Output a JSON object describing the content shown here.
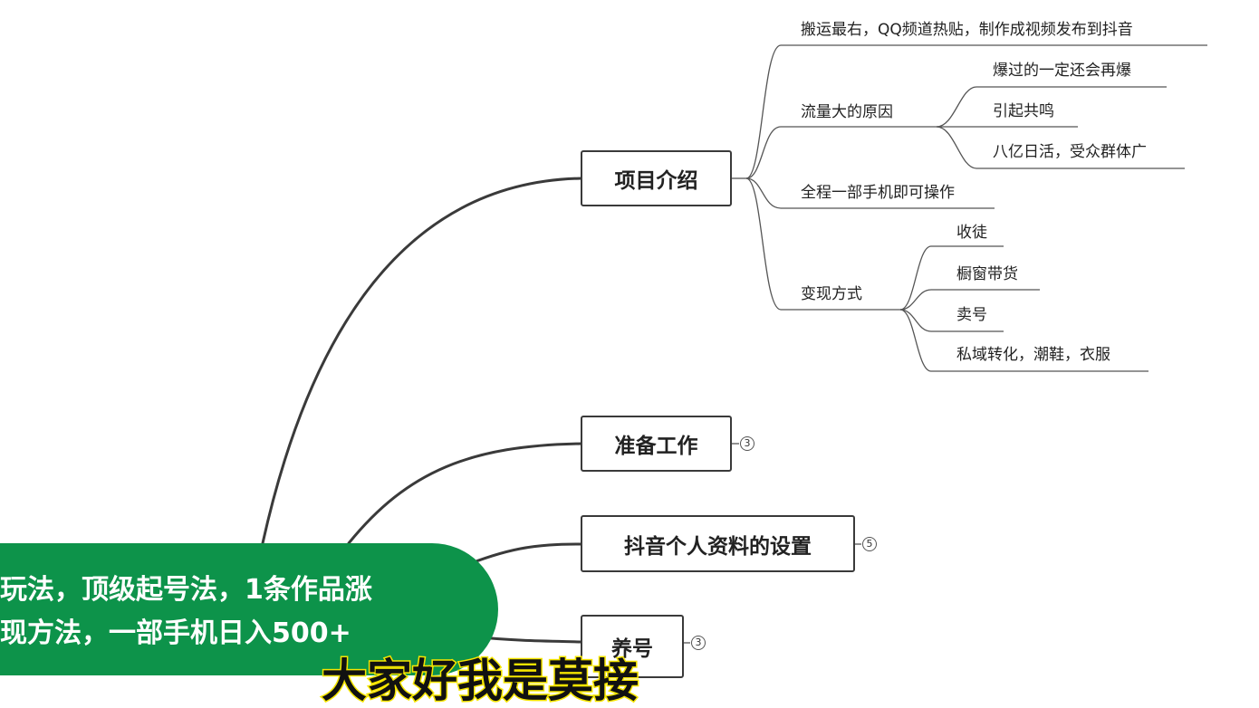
{
  "mindmap": {
    "nodes": {
      "xiangmu": "项目介绍",
      "zhunbei": "准备工作",
      "ziliao": "抖音个人资料的设置",
      "yanghao": "养号"
    },
    "collapsed_counts": {
      "zhunbei": "3",
      "ziliao": "5",
      "yanghao": "3"
    },
    "xiangmu_children": {
      "banyun": "搬运最右，QQ频道热贴，制作成视频发布到抖音",
      "liuliang": "流量大的原因",
      "liuliang_children": [
        "爆过的一定还会再爆",
        "引起共鸣",
        "八亿日活，受众群体广"
      ],
      "quancheng": "全程一部手机即可操作",
      "bianxian": "变现方式",
      "bianxian_children": [
        "收徒",
        "橱窗带货",
        "卖号",
        "私域转化，潮鞋，衣服"
      ]
    }
  },
  "overlay": {
    "banner_line1": "玩法，顶级起号法，1条作品涨",
    "banner_line2": "现方法，一部手机日入500+",
    "banner_color": "#0d934a",
    "subtitle_partial": "大家好我是莫接"
  }
}
